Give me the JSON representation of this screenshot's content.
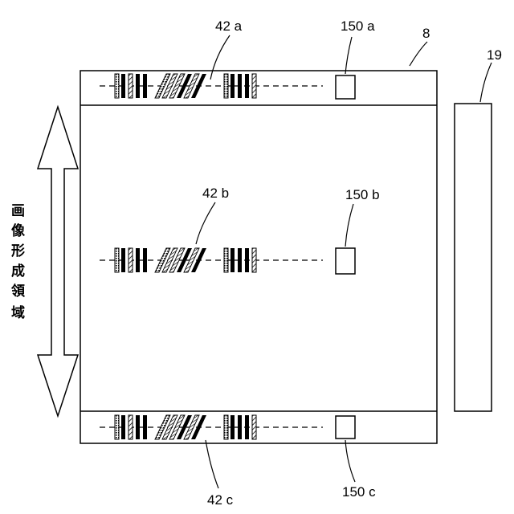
{
  "labels": {
    "belt_ref": "8",
    "side_unit_ref": "19",
    "pattern_top": "42 a",
    "pattern_middle": "42 b",
    "pattern_bottom": "42 c",
    "sensor_top": "150 a",
    "sensor_middle": "150 b",
    "sensor_bottom": "150 c"
  },
  "image_forming_area_label": [
    "画",
    "像",
    "形",
    "成",
    "領",
    "域"
  ],
  "colors": {
    "line": "#000000",
    "background": "#ffffff"
  }
}
